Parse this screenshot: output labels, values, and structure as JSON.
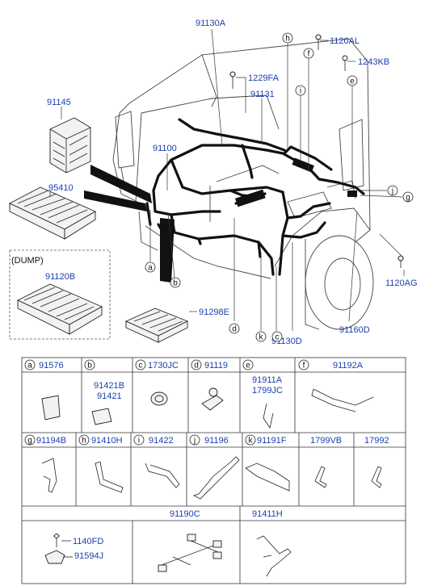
{
  "callouts": {
    "c91130A": "91130A",
    "c1120AL": "1120AL",
    "c1243KB": "1243KB",
    "c1229FA": "1229FA",
    "c91145": "91145",
    "c91131": "91131",
    "c91100": "91100",
    "c95410": "95410",
    "dump": "(DUMP)",
    "c91120B": "91120B",
    "c91298E": "91298E",
    "c91130D": "91130D",
    "c91160D": "91160D",
    "c1120AG": "1120AG"
  },
  "letters": {
    "h": "h",
    "f": "f",
    "i": "i",
    "e": "e",
    "j": "j",
    "g": "g",
    "a": "a",
    "b": "b",
    "d": "d",
    "k": "k",
    "c": "c"
  },
  "table": {
    "row1": [
      {
        "letter": "a",
        "part": "91576"
      },
      {
        "letter": "b",
        "part": ""
      },
      {
        "letter": "c",
        "part": "1730JC"
      },
      {
        "letter": "d",
        "part": "91119"
      },
      {
        "letter": "e",
        "part": ""
      },
      {
        "letter": "f",
        "part": "91192A"
      }
    ],
    "row1_inner": {
      "b_part1": "91421B",
      "b_part2": "91421",
      "e_part1": "91911A",
      "e_part2": "1799JC"
    },
    "row2": [
      {
        "letter": "g",
        "part": "91194B"
      },
      {
        "letter": "h",
        "part": "91410H"
      },
      {
        "letter": "i",
        "part": "91422"
      },
      {
        "letter": "j",
        "part": "91196"
      },
      {
        "letter": "k",
        "part": "91191F"
      },
      {
        "letter": "",
        "part": "1799VB"
      },
      {
        "letter": "",
        "part": "17992"
      }
    ],
    "row3": {
      "mid_part": "91190C",
      "right_part": "91411H",
      "left_part1": "1140FD",
      "left_part2": "91594J"
    }
  }
}
